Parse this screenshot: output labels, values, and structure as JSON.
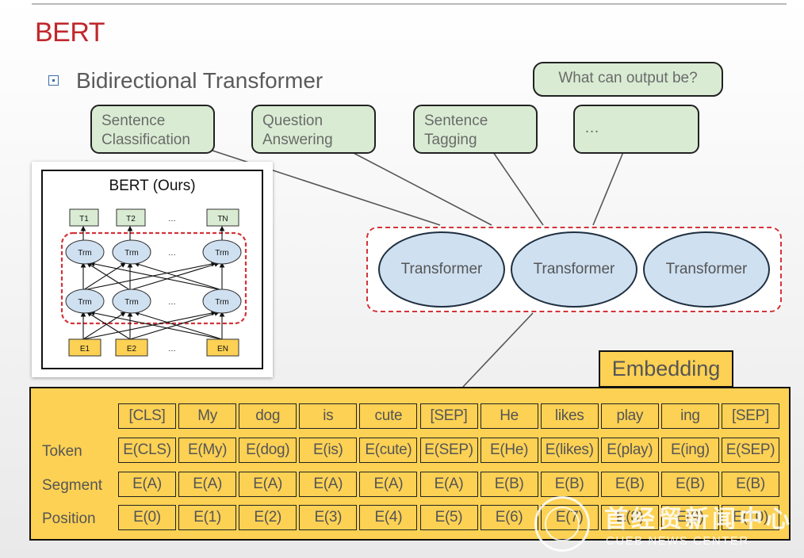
{
  "title": "BERT",
  "bullet": "Bidirectional Transformer",
  "question": "What can output be?",
  "tasks": [
    {
      "label": "Sentence\nClassification"
    },
    {
      "label": "Question\nAnswering"
    },
    {
      "label": "Sentence\nTagging"
    },
    {
      "label": "…"
    }
  ],
  "transformers": [
    "Transformer",
    "Transformer",
    "Transformer"
  ],
  "paper_figure": {
    "title": "BERT (Ours)",
    "outputs": [
      "T1",
      "T2",
      "…",
      "TN"
    ],
    "trm_label": "Trm",
    "ellipsis": "…",
    "inputs": [
      "E1",
      "E2",
      "…",
      "EN"
    ]
  },
  "embedding": {
    "label": "Embedding",
    "words": [
      "[CLS]",
      "My",
      "dog",
      "is",
      "cute",
      "[SEP]",
      "He",
      "likes",
      "play",
      "ing",
      "[SEP]"
    ],
    "rows": [
      {
        "label": "Token",
        "cells": [
          "E(CLS)",
          "E(My)",
          "E(dog)",
          "E(is)",
          "E(cute)",
          "E(SEP)",
          "E(He)",
          "E(likes)",
          "E(play)",
          "E(ing)",
          "E(SEP)"
        ]
      },
      {
        "label": "Segment",
        "cells": [
          "E(A)",
          "E(A)",
          "E(A)",
          "E(A)",
          "E(A)",
          "E(A)",
          "E(B)",
          "E(B)",
          "E(B)",
          "E(B)",
          "E(B)"
        ]
      },
      {
        "label": "Position",
        "cells": [
          "E(0)",
          "E(1)",
          "E(2)",
          "E(3)",
          "E(4)",
          "E(5)",
          "E(6)",
          "E(7)",
          "E(8)",
          "E(9)",
          "E(10)"
        ]
      }
    ]
  },
  "watermark": {
    "chinese": "首经贸新闻中心",
    "english": "CUEB NEWS CENTER"
  },
  "colors": {
    "title": "#c0282d",
    "task_fill": "#d9ecd3",
    "transformer_fill": "#cfe0f1",
    "embedding_fill": "#fcd154",
    "highlight": "#d3343a"
  }
}
